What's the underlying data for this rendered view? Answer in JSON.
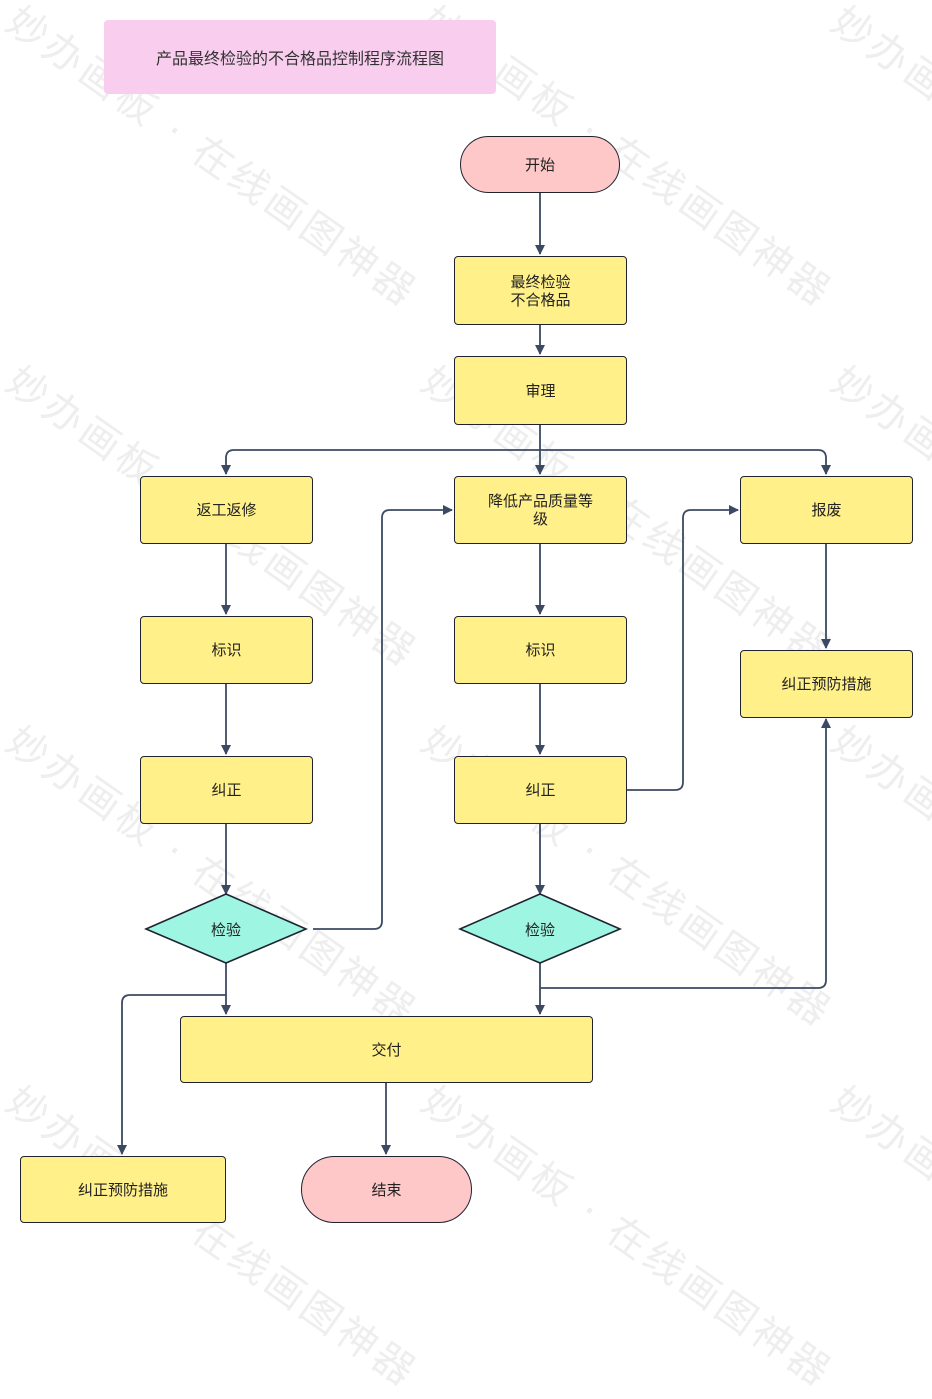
{
  "title": "产品最终检验的不合格品控制程序流程图",
  "colors": {
    "process_fill": "#fff08a",
    "terminal_fill": "#ffc8c8",
    "decision_fill": "#9ef5e2",
    "title_fill": "#f8cdee",
    "edge": "#3b4a62"
  },
  "nodes": {
    "start": "开始",
    "final_inspection": "最终检验\n不合格品",
    "review": "审理",
    "rework": "返工返修",
    "downgrade": "降低产品质量等\n级",
    "scrap": "报废",
    "mark_left": "标识",
    "mark_mid": "标识",
    "correct_left": "纠正",
    "correct_mid": "纠正",
    "prevent_right": "纠正预防措施",
    "inspect_left": "检验",
    "inspect_mid": "检验",
    "deliver": "交付",
    "prevent_bottom": "纠正预防措施",
    "end": "结束"
  },
  "watermark": [
    "妙办画板 · 在线画图神器"
  ]
}
